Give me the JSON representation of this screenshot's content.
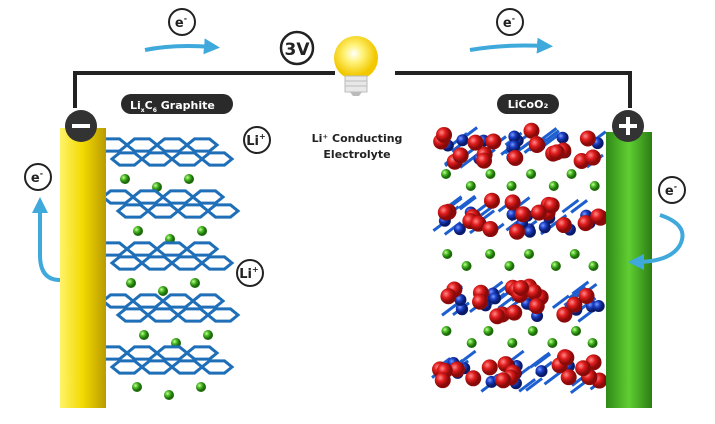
{
  "voltage": "3V",
  "electron": {
    "symbol": "e",
    "charge": "-"
  },
  "ion": {
    "symbol": "Li",
    "charge": "+"
  },
  "anode": {
    "label_li": "Li",
    "label_x": "x",
    "label_c": "C",
    "label_6": "6",
    "label_rest": " Graphite",
    "terminal": "minus",
    "color": "#f1d800"
  },
  "cathode": {
    "label": "LiCoO₂",
    "terminal": "plus",
    "color": "#4db82a"
  },
  "electrolyte": {
    "line1": "Li⁺ Conducting",
    "line2": "Electrolyte"
  },
  "colors": {
    "arrow": "#3fa9dc",
    "graphite": "#1f6fb8",
    "lithium": "#3fae1f",
    "oxygen": "#d81e1e",
    "cobalt": "#1b3fc4",
    "wire": "#222222"
  }
}
